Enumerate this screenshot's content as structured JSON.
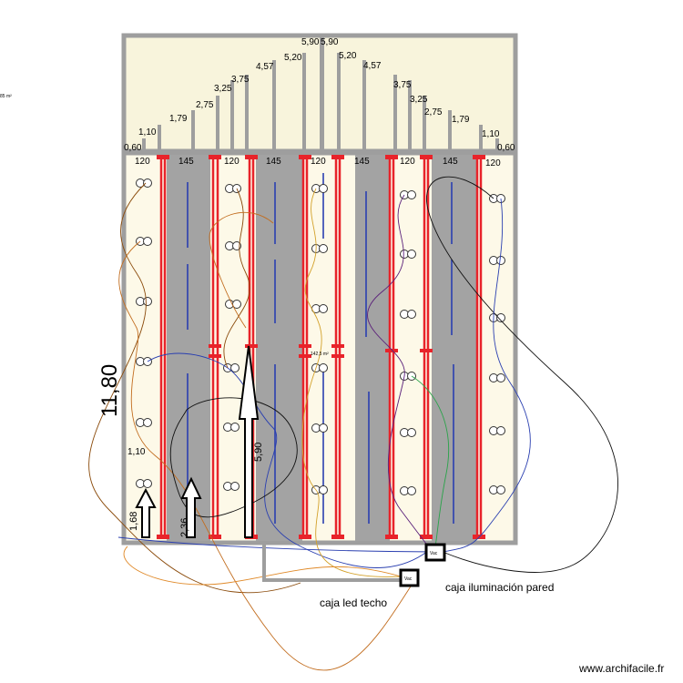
{
  "plan": {
    "total_length": "11,80",
    "area_left": "85 m²",
    "area_center": "142,5 m²",
    "profile_heights": [
      "0,60",
      "1,10",
      "1,79",
      "2,75",
      "3,25",
      "3,75",
      "4,57",
      "5,20",
      "5,90",
      "5,90",
      "5,20",
      "4,57",
      "3,75",
      "3,25",
      "2,75",
      "1,79",
      "1,10",
      "0,60"
    ],
    "bay_widths": [
      "120",
      "145",
      "120",
      "145",
      "120",
      "145",
      "120",
      "145",
      "120"
    ],
    "dimension_1_10": "1,10",
    "arrow_labels": [
      "1,68",
      "2,36",
      "5,90"
    ],
    "box_wall_label": "caja iluminación pared",
    "box_ceiling_label": "caja led techo",
    "box_icon_text": "Vac",
    "watermark": "www.archifacile.fr"
  },
  "colors": {
    "wall": "#9e9e9e",
    "attic_fill": "#f8f4dc",
    "floor_fill": "#fdf9e8",
    "aisle_gray": "#a3a3a3",
    "rack_red": "#e8232a",
    "led_blue": "#2a3fb0"
  }
}
